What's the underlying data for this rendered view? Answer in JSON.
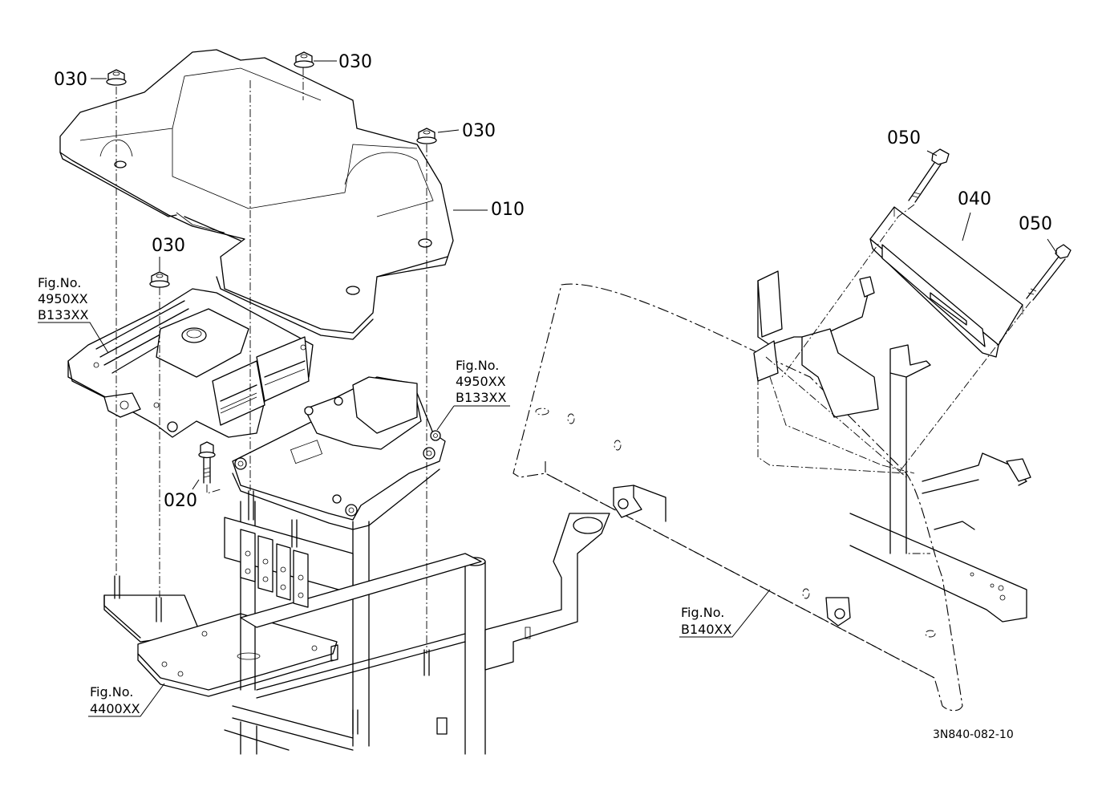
{
  "part_labels": {
    "p010": "010",
    "p020": "020",
    "p030_a": "030",
    "p030_b": "030",
    "p030_c": "030",
    "p030_d": "030",
    "p040": "040",
    "p050_a": "050",
    "p050_b": "050"
  },
  "figure_refs": {
    "ecu_left": {
      "line1": "Fig.No.",
      "line2": "4950XX",
      "line3": "B133XX"
    },
    "ecu_right": {
      "line1": "Fig.No.",
      "line2": "4950XX",
      "line3": "B133XX"
    },
    "frame": {
      "line1": "Fig.No.",
      "line2": "4400XX"
    },
    "panel": {
      "line1": "Fig.No.",
      "line2": "B140XX"
    }
  },
  "drawing_code": "3N840-082-10",
  "icons": [
    "flange-nut-icon",
    "bolt-icon",
    "controller-box-icon",
    "cover-icon"
  ]
}
